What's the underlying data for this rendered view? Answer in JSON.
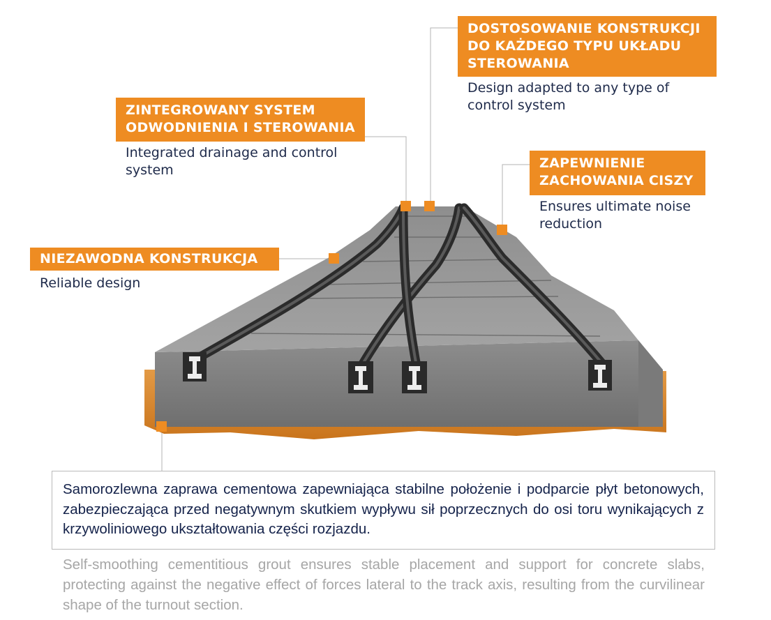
{
  "callouts": {
    "control": {
      "title": "DOSTOSOWANIE KONSTRUKCJI DO KAŻDEGO TYPU UKŁADU STEROWANIA",
      "title_lines": [
        "DOSTOSOWANIE KONSTRUKCJI",
        "DO KAŻDEGO TYPU UKŁADU",
        "STEROWANIA"
      ],
      "subtitle_lines": [
        "Design adapted to any type of",
        "control system"
      ]
    },
    "drainage": {
      "title_lines": [
        "ZINTEGROWANY SYSTEM",
        "ODWODNIENIA I STEROWANIA"
      ],
      "subtitle_lines": [
        "Integrated drainage and control",
        "system"
      ]
    },
    "noise": {
      "title_lines": [
        "ZAPEWNIENIE",
        "ZACHOWANIA CISZY"
      ],
      "subtitle_lines": [
        "Ensures ultimate noise",
        "reduction"
      ]
    },
    "reliable": {
      "title_lines": [
        "NIEZAWODNA KONSTRUKCJA"
      ],
      "subtitle_lines": [
        "Reliable design"
      ]
    }
  },
  "grout": {
    "text_pl": "Samorozlewna zaprawa cementowa zapewniająca stabilne położenie i podparcie płyt betonowych, zabezpieczająca przed negatywnym skutkiem wypływu sił poprzecznych do osi toru wynikających z krzywoliniowego ukształtowania części rozjazdu.",
    "text_en": "Self-smoothing cementitious grout ensures stable placement and support for concrete slabs, protecting against the negative effect of forces lateral to the track axis, resulting from the curvilinear shape of the turnout section."
  },
  "colors": {
    "accent": "#ee8c22",
    "navy": "#1e2a4a",
    "grey_text": "#a6a6a6",
    "concrete": "#9a9a9a"
  }
}
